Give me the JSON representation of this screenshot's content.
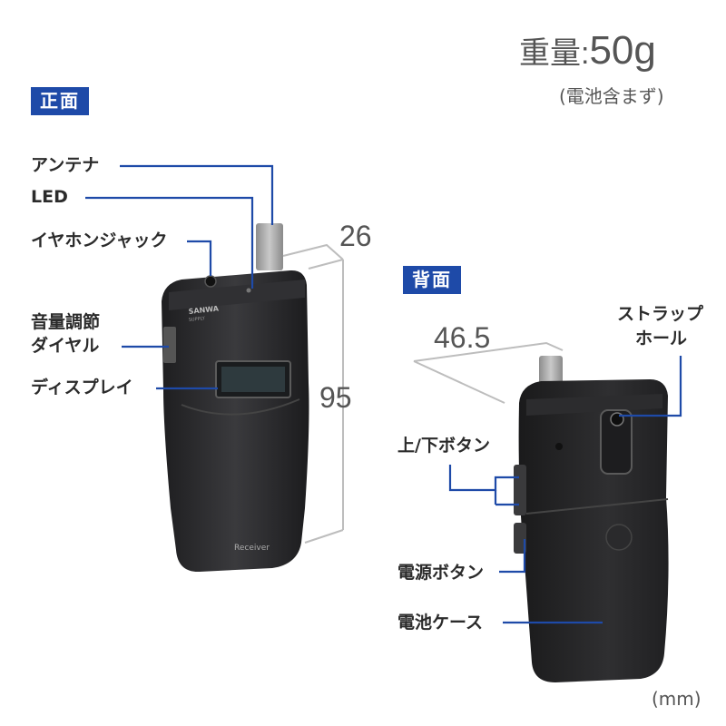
{
  "weight": {
    "label": "重量:",
    "value": "50g",
    "note": "(電池含まず)"
  },
  "front": {
    "badge": "正面",
    "labels": {
      "antenna": "アンテナ",
      "led": "LED",
      "earphone_jack": "イヤホンジャック",
      "volume_dial_1": "音量調節",
      "volume_dial_2": "ダイヤル",
      "display": "ディスプレイ"
    },
    "device": {
      "brand_1": "SANWA",
      "brand_2": "SUPPLY",
      "model": "Receiver"
    },
    "dims": {
      "depth": "26",
      "height": "95"
    }
  },
  "back": {
    "badge": "背面",
    "labels": {
      "strap_hole_1": "ストラップ",
      "strap_hole_2": "ホール",
      "updown_button": "上/下ボタン",
      "power_button": "電源ボタン",
      "battery_case": "電池ケース"
    },
    "dims": {
      "width": "46.5"
    }
  },
  "unit": "(mm)",
  "colors": {
    "accent": "#1e4aa8",
    "leader": "#1e4aa8",
    "dimension": "#bdbdbd",
    "device": "#2a2a2c"
  }
}
